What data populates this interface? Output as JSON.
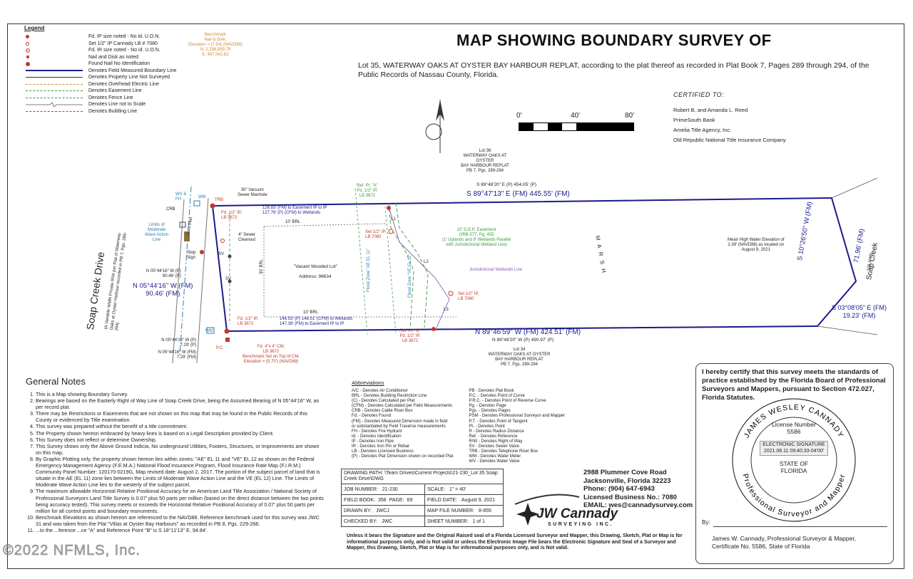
{
  "legend": {
    "title": "Legend",
    "items": [
      {
        "text": "Fd. IP size noted - No id. U.O.N."
      },
      {
        "text": "Set 1/2\" IP Cannady LB # 7080"
      },
      {
        "text": "Fd. IR size noted - No id. U.O.N."
      },
      {
        "text": "Nail and Disk as noted"
      },
      {
        "text": "Found Nail No Identification"
      },
      {
        "text": "Denotes Field Measured Boundary Line"
      },
      {
        "text": "Denotes Property Line Not Surveyed"
      },
      {
        "text": "Denotes Overhead Electric Line"
      },
      {
        "text": "Denotes Easement Line"
      },
      {
        "text": "Denotes Fence Line"
      },
      {
        "text": "Denotes Line not to Scale"
      },
      {
        "text": "Denotes Building Line"
      }
    ]
  },
  "benchmark": {
    "line1": "Benchmark",
    "line2": "Nail & Disk,",
    "line3": "Elevation = (7.54) (NAVD88)",
    "line4": "N: 2,296,859.79",
    "line5": "E: 497,042.62"
  },
  "title": "MAP SHOWING BOUNDARY SURVEY OF",
  "description": "Lot 35, WATERWAY OAKS AT OYSTER BAY HARBOUR REPLAT, according to the plat thereof as recorded in Plat Book 7, Pages 289 through 294, of the Public Records of Nassau County, Florida.",
  "certified_to": {
    "label": "CERTIFIED TO:",
    "names": [
      "Robert B. and Amanda L. Reed",
      "PrimeSouth Bank",
      "Amelia Title Agency, Inc.",
      "Old Republic National Title Insurance Company"
    ]
  },
  "scale_bar": {
    "l0": "0'",
    "l1": "40'",
    "l2": "80'"
  },
  "north": "N",
  "map": {
    "lot36": [
      "Lot 36",
      "WATERWAY OAKS AT OYSTER",
      "BAY HARBOUR REPLAT",
      "PB 7, Pgs. 289-294"
    ],
    "lot34": [
      "Lot 34",
      "WATERWAY OAKS AT OYSTER",
      "BAY HARBOUR REPLAT",
      "PB 7, Pgs. 289-294"
    ],
    "top_bearing_p": "S 89°48'20\" E (P)  454.05' (P)",
    "top_bearing_fm": "S 89°47'13\" E (FM)   445.55' (FM)",
    "bottom_bearing_fm": "N 89°46'59\" W (FM)  424.51' (FM)",
    "bottom_bearing_p": "N 89°48'20\" W (P)  490.97' (P)",
    "left_bearing_fm": "N 05°44'16\" W (FM)",
    "left_dist_fm": "90.46' (FM)",
    "left_bearing_p": "N 05°44'16\" W (P)",
    "left_dist_p": "90.46' (P)",
    "right_bearing": "S 10°26'50\" W (FM)",
    "right_dist": "71.96' (FM)",
    "se_bearing": "S 03°08'05\" E (FM)",
    "se_dist": "19.23' (FM)",
    "sw_p1": "N 05°44'16\" W (P)",
    "sw_p2": "7.29' (P)",
    "sw_fm1": "N 05°44'16\" W (FM)",
    "sw_fm2": "7.29' (FM)",
    "road_name": "Soap Creek Drive",
    "road_note": "(A Variable Width Private R/W per Plat of Waterway Oaks at Oyster Harbour recorded in PB 7, Pgs. 289-294)",
    "creek": "Soap Creek",
    "marsh": "M  A  R  S  H",
    "vacant_lot": "\"Vacant Wooded Lot\"",
    "address": "Address: 96634",
    "brl_top": "10' BRL",
    "brl_bottom": "10' BRL",
    "brl_left": "30' BRL",
    "easement_top1": "126.83' (FM) to Easement IP to IP",
    "easement_top2": "127.76' (P) (CFM) to Wetlands",
    "easement_bot1": "148.53' (P) 148.51' (CFM) to Wetlands",
    "easement_bot2": "147.39' (FM) to Easement IP to IP",
    "dep1": "10' D.E.P. Easement",
    "dep2": "ORB 577, Pg. 455",
    "dep3": "(1' Uplands and 9' Wetlands Parallel",
    "dep4": "with Jurisdictional Wetland Line)",
    "jwl": "Jurisdictional Wetlands Line",
    "ref_a1": "Ref. Pt. \"A\"",
    "ref_a2": "Fd. 1/2\" IP,",
    "ref_a3": "LB 3672",
    "ref_b1": "Ref. Pt. \"B\"",
    "ref_b2": "Fd. 1/2\" IP,",
    "ref_b3": "LB 3672",
    "set_ip1": "Set 1/2\" IP,",
    "set_ip2": "LB 7080",
    "set_ip3": "Set 1/2\" IP,",
    "set_ip4": "LB 7080",
    "fd_nw1": "Fd. 1/2\" IP,",
    "fd_nw2": "LB 3672",
    "fd_sw1": "Fd. 1/2\" IP,",
    "fd_sw2": "LB 3672",
    "manhole1": "30\" Vacuum",
    "manhole2": "Sewer Manhole",
    "cleanout1": "4\" Sewer",
    "cleanout2": "Cleanout",
    "wave1": "Limits of",
    "wave2": "Moderate",
    "wave3": "Wave Action",
    "wave4": "Line",
    "cm1": "Fd. 4\"x 4\" CM,",
    "cm2": "LB 3672",
    "cm3": "Benchmark Set on Top of CM,",
    "cm4": "Elevation = (5.70') (NAVD88)",
    "mhw1": "Mean High Water Elevation of",
    "mhw2": "2.39' (NAVD88) as located on",
    "mhw3": "August 9, 2021",
    "stop_sign": "Stop Sign",
    "curb": "Curb Inlet",
    "crb": "CRB",
    "wv_fh": "WV & FH",
    "wm": "WM",
    "trb": "TRB",
    "pc": "P.C.",
    "sv": "SV",
    "flood_ae11": "Flood Zone \"AE EL 11\"",
    "flood_ve12": "Flood Zone \"VE EL 12\"",
    "l1": "L1",
    "l2": "L2",
    "l3": "L3",
    "rear": "108.4' (P)"
  },
  "general_notes": {
    "title": "General Notes",
    "items": [
      "This is a Map showing Boundary Survey.",
      "Bearings are based on the Easterly Right of Way Line of Soap Creek Drive, being the Assumed Bearing of N 05°44'16\" W, as per record plat.",
      "There may be Restrictions or Easements that are not shown on this map that may be found in the Public Records of this County or evidenced by Title examination.",
      "This survey was prepared without the benefit of a title commitment.",
      "The Property shown hereon embraced by heavy lines is based on a Legal Description provided by Client.",
      "This Survey does not reflect or determine Ownership.",
      "This Survey shows only the Above Ground Indicia, No underground Utilities, Footers, Structures, or Improvements are shown on this map.",
      "By Graphic Plotting only, the property shown hereon lies within zones: \"AE\" EL 11 and \"VE\" EL 12 as shown on the Federal Emergency Management Agency (F.E.M.A.) National Flood Insurance Program, Flood Insurance Rate Map (F.I.R.M.) Community Panel Number: 120170-0219G, Map revised date: August 2, 2017. The portion of the subject parcel of land that is situate in the AE (EL 11) zone lies between the Limits of Moderate Wave Action Line and the VE (EL 12) Line. The Limits of Moderate Wave Action Line lies to the westerly of the subject parcel.",
      "The maximum allowable Horizontal Relative Positional Accuracy for an American Land Title Association / National Society of Professional Surveyors Land Title Survey is 0.07' plus 50 parts per million (based on the direct distance between the two points being accuracy tested). This survey meets or exceeds the Horizontal Relative Positional Accuracy of 0.07' plus 50 parts per million for all control points and boundary monuments.",
      "Benchmark Elevations as shown hereon are referenced to the NAVD88. Reference benchmark used for this survey was JWC 31 and was taken from the Plat \"Villas at Oyster Bay Harbours\" as recorded in PB 8, Pgs. 229-268.",
      "...to the ...ference ...ce \"A\" and Reference Point \"B\" is S 18°11'13\" E, 94.84'."
    ]
  },
  "abbreviations": {
    "title": "Abbreviations",
    "col1": [
      "A/C - Denotes Air Conditioner",
      "BRL - Denotes Building Restriction Line",
      "(C) - Denotes Calculated per Plat",
      "(CFM) - Denotes Calculated per Field Measurements",
      "CRB - Denotes Cable Riser Box",
      "Fd. - Denotes Found",
      "(FM) - Denotes Measured Dimension made in field",
      "or substantiated by Field Traverse measurements",
      "FH - Denotes Fire Hydrant",
      "Id. - Denotes Identification",
      "IP - Denotes Iron Pipe",
      "IR - Denotes Iron Pin or Rebar",
      "LB - Denotes Licensed Business",
      "(P) - Denotes Plat Dimension shown on recorded Plat"
    ],
    "col2": [
      "PB - Denotes Plat Book",
      "P.C. - Denotes Point of Curve",
      "P.R.C. - Denotes Point of Reverse Curve",
      "Pg. - Denotes Page",
      "Pgs. - Denotes Pages",
      "PSM - Denotes Professional Surveyor and Mapper",
      "P.T. - Denotes Point of Tangent",
      "Pt. - Denotes Point",
      "R - Denotes Radius Distance",
      "Ref. - Denotes Reference",
      "R/W - Denotes Right of Way",
      "SV - Denotes Sewer Valve",
      "TRB - Denotes Telephone Riser Box",
      "WM - Denotes Water Meter",
      "WV - Denotes Water Valve"
    ]
  },
  "title_block": {
    "drawing_path": "DRAWING PATH:  \\Team Drives\\Current Projects\\21-230_Lot 35 Soap Creek Drive\\DWG",
    "job_label": "JOB NUMBER:",
    "job": "21-230",
    "scale_label": "SCALE:",
    "scale": "1\" = 40'",
    "fb_label": "FIELD BOOK:",
    "fb": "358",
    "page_label": "PAGE:",
    "page": "69",
    "fdate_label": "FIELD DATE:",
    "fdate": "August 9, 2021",
    "drawn_label": "DRAWN BY:",
    "drawn": "JWCJ",
    "mapfile_label": "MAP FILE NUMBER:",
    "mapfile": "8-855",
    "checked_label": "CHECKED BY:",
    "checked": "JWC",
    "sheet_label": "SHEET NUMBER:",
    "sheet": "1 of 1"
  },
  "company": {
    "address1": "2988 Plummer Cove Road",
    "address2": "Jacksonville, Florida  32223",
    "phone": "Phone: (904) 647-6943",
    "license": "Licensed Business No.: 7080",
    "email": "EMAIL: wes@cannadysurvey.com",
    "logo_main": "JW Cannady",
    "logo_sub": "SURVEYING INC."
  },
  "disclaimer": "Unless it bears the Signature and the Original Raised seal of a Florida Licensed Surveyor and Mapper, this Drawing, Sketch, Plat or Map is for informational purposes only, and is Not valid or unless the Electronic Image File bears the Electronic Signature and Seal of a Surveyor and Mapper, this Drawing, Sketch, Plat or Map is for informational purposes only, and is Not valid.",
  "certification": {
    "statement": "I hereby certify that this survey meets the standards of practice established by the Florida Board of Professional Surveyors and Mappers, pursuant to Section 472.027, Florida Statutes.",
    "seal_top": "JAMES WESLEY CANNADY",
    "seal_lic": "License Number",
    "seal_num": "5586",
    "seal_esig": "ELECTRONIC SIGNATURE",
    "seal_date": "2021.08.11 09:40:33-04'00'",
    "seal_state1": "STATE OF",
    "seal_state2": "FLORIDA",
    "seal_bottom": "Professional Surveyor and Mapper",
    "by": "By:",
    "signer1": "James W. Cannady, Professional Surveyor & Mapper,",
    "signer2": "Certificate No. 5586, State of Florida"
  },
  "watermark": "©2022 NFMLS, Inc.",
  "colors": {
    "boundary": "#1a1a8c",
    "red": "#c0392b",
    "green": "#3a9a3a",
    "orange": "#d08a30",
    "purple": "#8a5ab0",
    "blue_text": "#2e4bb0"
  }
}
